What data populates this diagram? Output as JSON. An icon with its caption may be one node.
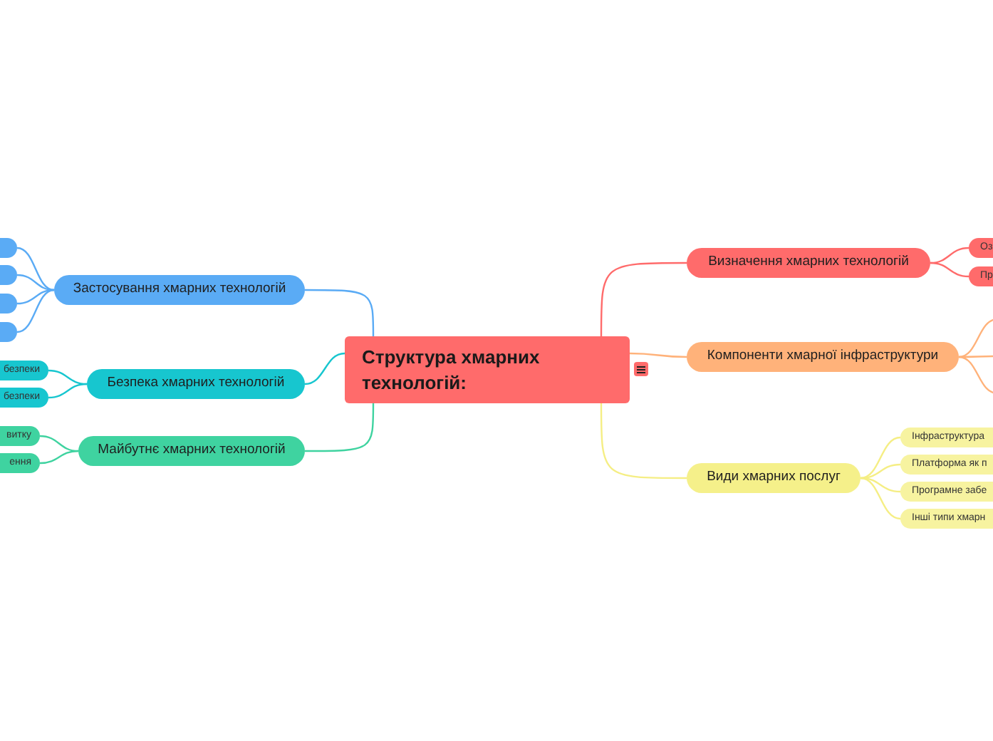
{
  "diagram": {
    "nodes": [
      {
        "text": [
          "Структура хмарних технологій:"
        ]
      },
      {
        "text": [
          "Визначення хмарних технологій"
        ]
      },
      {
        "text": [
          "Оз"
        ]
      },
      {
        "text": [
          "Пр"
        ]
      },
      {
        "text": [
          "Компоненти хмарної інфраструктури"
        ]
      },
      {
        "text": [
          "Види хмарних послуг"
        ]
      },
      {
        "text": [
          "Інфраструктура"
        ]
      },
      {
        "text": [
          "Платформа як п"
        ]
      },
      {
        "text": [
          "Програмне забе"
        ]
      },
      {
        "text": [
          "Інші типи хмарн"
        ]
      },
      {
        "text": [
          "Застосування хмарних технологій"
        ]
      },
      {
        "text": [],
        "shape": "box"
      },
      {
        "text": [],
        "shape": "box"
      },
      {
        "text": [],
        "shape": "box"
      },
      {
        "text": [],
        "shape": "box"
      },
      {
        "text": [
          "Безпека хмарних технологій"
        ]
      },
      {
        "text": [
          "безпеки"
        ]
      },
      {
        "text": [
          "безпеки"
        ]
      },
      {
        "text": [
          "Майбутнє хмарних технологій"
        ]
      },
      {
        "text": [
          "витку"
        ]
      },
      {
        "text": [
          "ення"
        ]
      }
    ],
    "edges": [
      {
        "from": 0,
        "to": 1,
        "arrow": "none",
        "color": "#ff6b6b"
      },
      {
        "from": 1,
        "to": 2,
        "arrow": "none",
        "color": "#ff6b6b"
      },
      {
        "from": 1,
        "to": 3,
        "arrow": "none",
        "color": "#ff6b6b"
      },
      {
        "from": 0,
        "to": 4,
        "arrow": "none",
        "color": "#ffb27a"
      },
      {
        "from": 4,
        "to": null,
        "arrow": "none",
        "color": "#ffb27a"
      },
      {
        "from": 4,
        "to": null,
        "arrow": "none",
        "color": "#ffb27a"
      },
      {
        "from": 4,
        "to": null,
        "arrow": "none",
        "color": "#ffb27a"
      },
      {
        "from": 0,
        "to": 5,
        "arrow": "none",
        "color": "#f5ee84"
      },
      {
        "from": 5,
        "to": 6,
        "arrow": "none",
        "color": "#f5ee84"
      },
      {
        "from": 5,
        "to": 7,
        "arrow": "none",
        "color": "#f5ee84"
      },
      {
        "from": 5,
        "to": 8,
        "arrow": "none",
        "color": "#f5ee84"
      },
      {
        "from": 5,
        "to": 9,
        "arrow": "none",
        "color": "#f5ee84"
      },
      {
        "from": 0,
        "to": 10,
        "arrow": "none",
        "color": "#5aabf5"
      },
      {
        "from": 10,
        "to": 11,
        "arrow": "none",
        "color": "#5aabf5"
      },
      {
        "from": 10,
        "to": 12,
        "arrow": "none",
        "color": "#5aabf5"
      },
      {
        "from": 10,
        "to": 13,
        "arrow": "none",
        "color": "#5aabf5"
      },
      {
        "from": 10,
        "to": 14,
        "arrow": "none",
        "color": "#5aabf5"
      },
      {
        "from": 0,
        "to": 15,
        "arrow": "none",
        "color": "#17c6cf"
      },
      {
        "from": 15,
        "to": 16,
        "arrow": "none",
        "color": "#17c6cf"
      },
      {
        "from": 15,
        "to": 17,
        "arrow": "none",
        "color": "#17c6cf"
      },
      {
        "from": 0,
        "to": 18,
        "arrow": "none",
        "color": "#3fd3a0"
      },
      {
        "from": 18,
        "to": 19,
        "arrow": "none",
        "color": "#3fd3a0"
      },
      {
        "from": 18,
        "to": 20,
        "arrow": "none",
        "color": "#3fd3a0"
      }
    ]
  }
}
